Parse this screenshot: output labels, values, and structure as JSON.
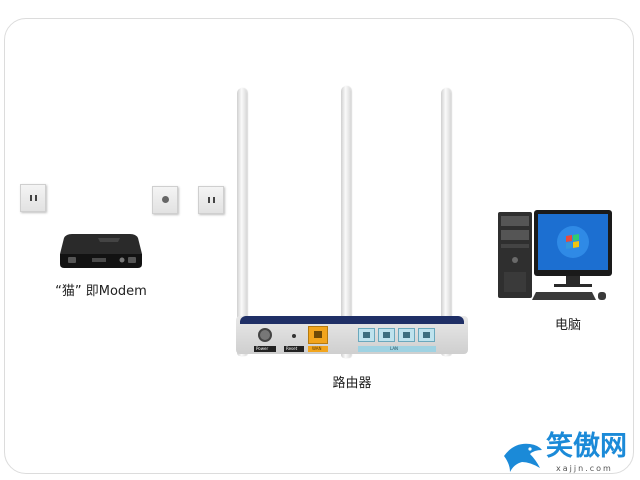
{
  "labels": {
    "modem": "“猫” 即Modem",
    "computer": "电脑",
    "router": "路由器"
  },
  "router_ports": {
    "power": "Power",
    "reset": "Reset",
    "wan": "WAN",
    "lan": "LAN"
  },
  "watermark": {
    "text": "笑傲网",
    "url": "xajjn.com"
  },
  "colors": {
    "router_navy": "#1f2f66",
    "wan_port": "#f2a51d",
    "lan_port": "#bfe3ee",
    "screen_blue": "#1c6fd1",
    "watermark_blue": "#1b8ad8"
  },
  "icons": [
    "wall-socket-icon",
    "modem-icon",
    "router-icon",
    "desktop-computer-icon",
    "shark-logo-icon"
  ]
}
